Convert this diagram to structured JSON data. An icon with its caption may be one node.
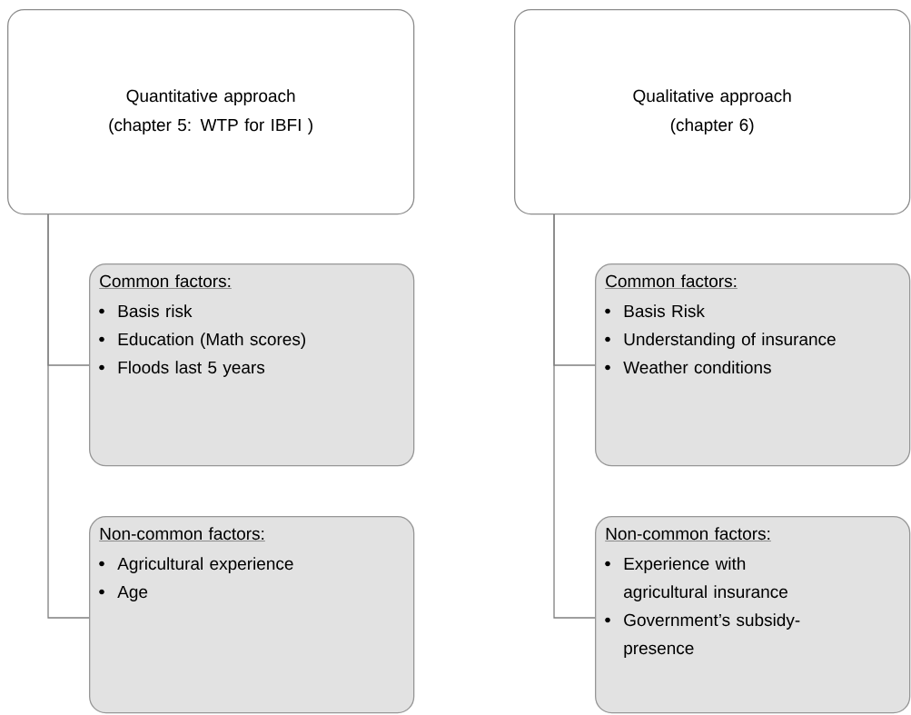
{
  "diagram": {
    "nodes": [
      {
        "text": [
          "Quantitative approach",
          "(chapter 5: WTP for IBFI )"
        ]
      },
      {
        "text": [
          "Common factors:",
          "Basis risk",
          "Education (Math scores)",
          "Floods last 5 years"
        ]
      },
      {
        "text": [
          "Non-common factors:",
          "Agricultural experience",
          "Age"
        ]
      },
      {
        "text": [
          "Qualitative approach",
          "(chapter 6)"
        ]
      },
      {
        "text": [
          "Common factors:",
          "Basis Risk",
          "Understanding of insurance",
          "Weather conditions"
        ]
      },
      {
        "text": [
          "Non-common factors:",
          "Experience with agricultural insurance",
          "Government’s subsidy-presence"
        ]
      }
    ],
    "edges": [
      {
        "from": 0,
        "to": 1,
        "arrow": "none"
      },
      {
        "from": 0,
        "to": 2,
        "arrow": "none"
      },
      {
        "from": 3,
        "to": 4,
        "arrow": "none"
      },
      {
        "from": 3,
        "to": 5,
        "arrow": "none"
      }
    ]
  }
}
